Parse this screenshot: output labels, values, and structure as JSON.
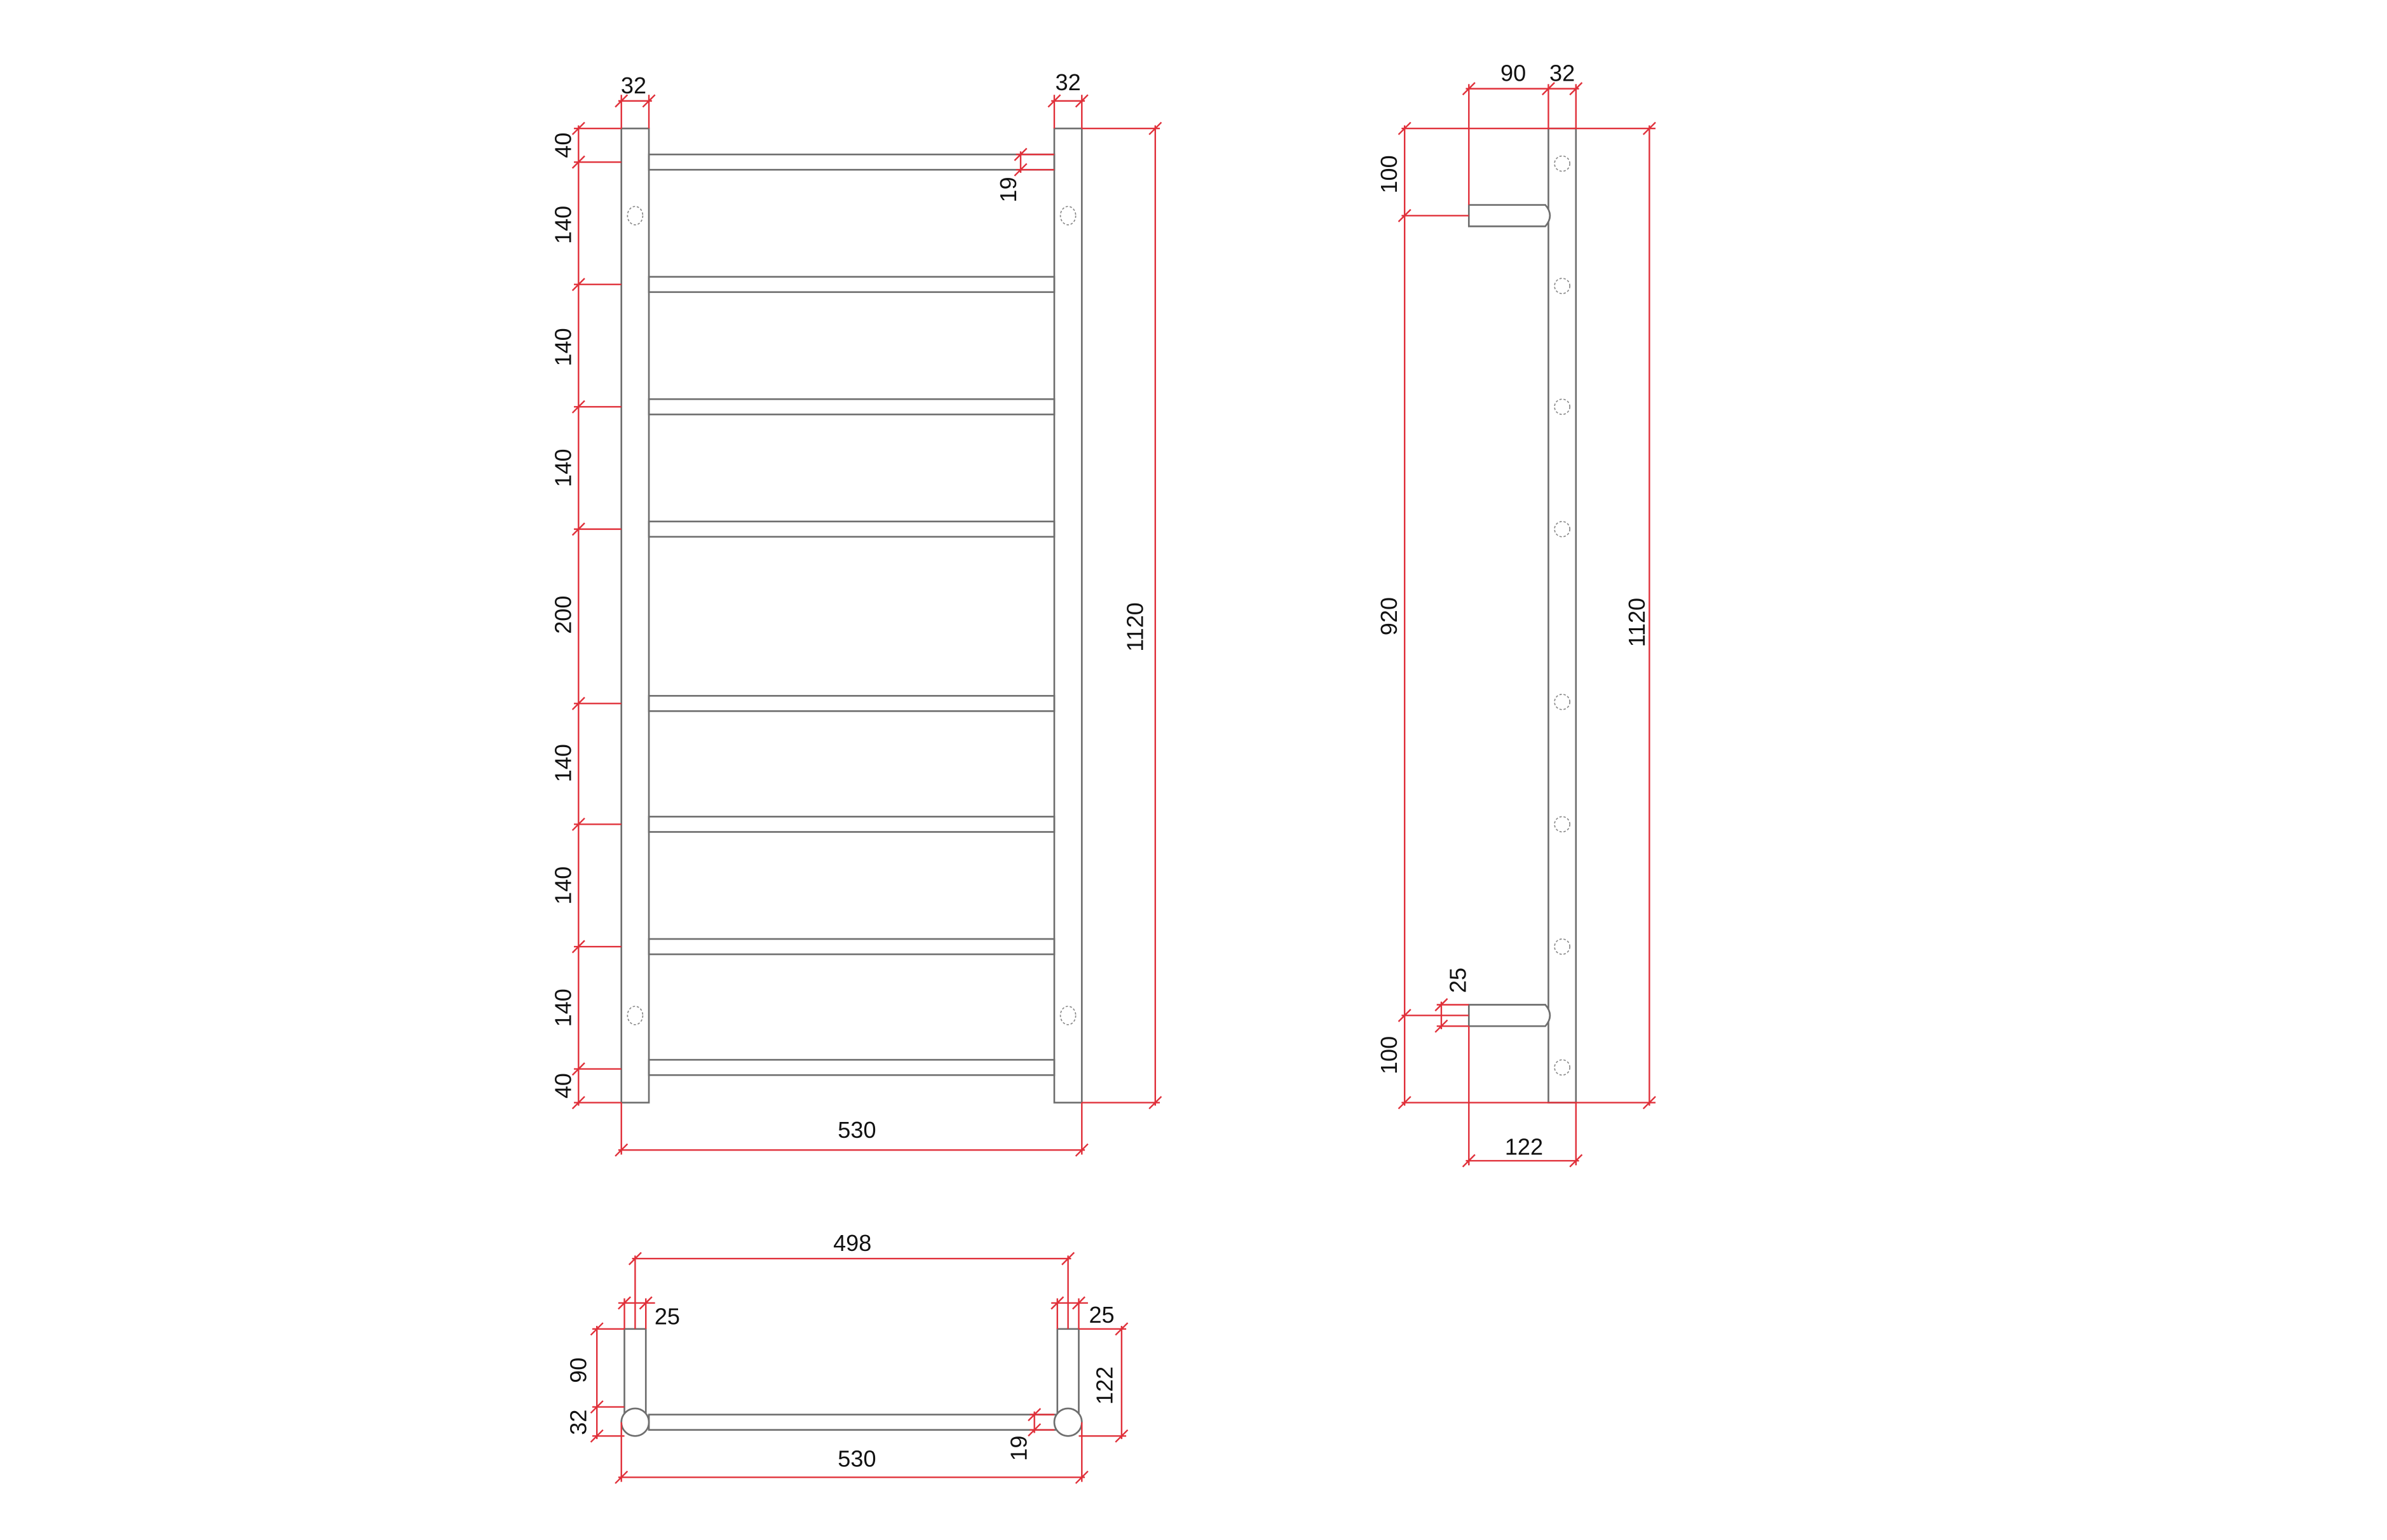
{
  "drawing": {
    "line_color": "#6e6e6e",
    "dimension_color": "#e0303a",
    "front_view": {
      "rail_width_left": "32",
      "rail_width_right": "32",
      "bar_thickness": "19",
      "total_height": "1120",
      "total_width": "530",
      "spacings": [
        "40",
        "140",
        "140",
        "140",
        "200",
        "140",
        "140",
        "140",
        "40"
      ]
    },
    "side_view": {
      "standoff": "90",
      "rail_width": "32",
      "top_offset": "100",
      "middle": "920",
      "bottom_offset": "100",
      "total_height": "1120",
      "bracket_diameter": "25",
      "total_depth": "122"
    },
    "top_view": {
      "inner_width": "498",
      "bracket_left": "25",
      "bracket_right": "25",
      "standoff": "90",
      "rail_depth": "32",
      "total_depth": "122",
      "bar_thickness": "19",
      "total_width": "530"
    }
  }
}
